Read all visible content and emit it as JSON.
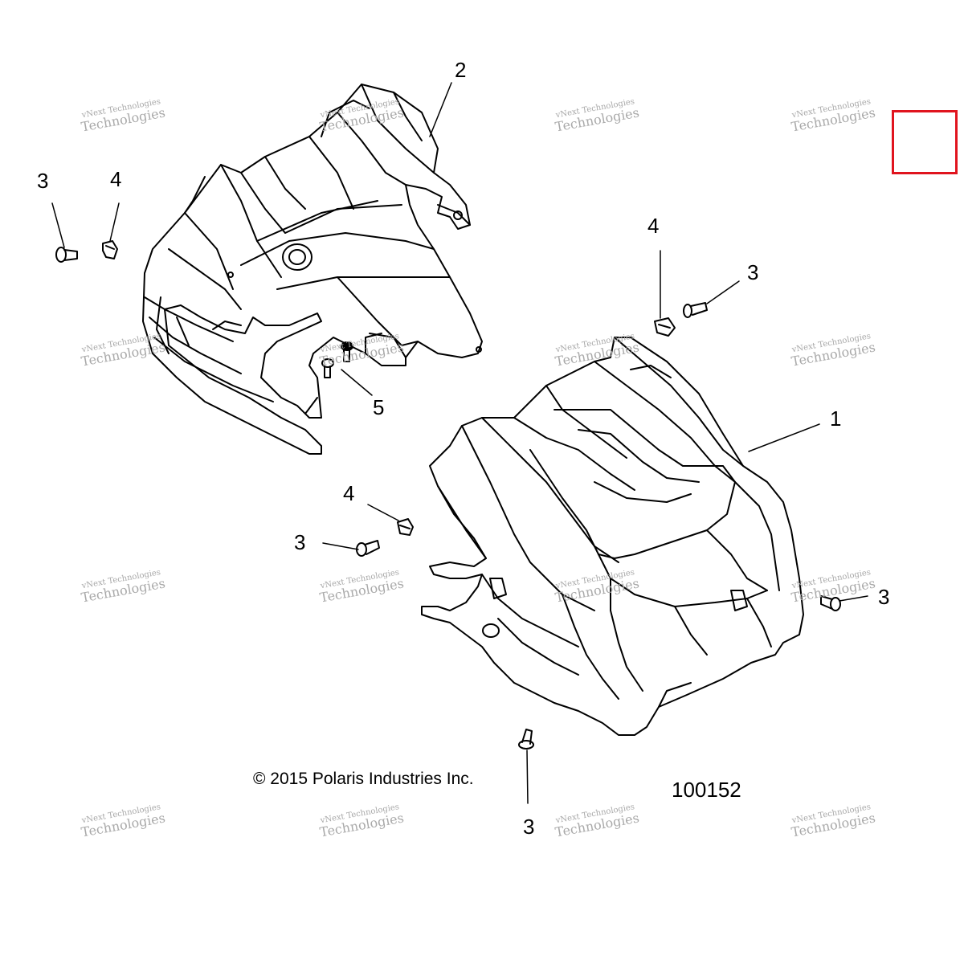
{
  "diagram": {
    "copyright": "© 2015 Polaris Industries Inc.",
    "diagram_number": "100152",
    "highlight_color": "#e0141e",
    "callouts": {
      "c1": "1",
      "c2": "2",
      "c3_top_left": "3",
      "c4_top_left": "4",
      "c4_right": "4",
      "c3_right_top": "3",
      "c5": "5",
      "c4_mid": "4",
      "c3_mid": "3",
      "c3_right_bottom": "3",
      "c3_bottom": "3"
    },
    "parts": [
      {
        "ref": "1",
        "icon": "front-hood-panel-icon"
      },
      {
        "ref": "2",
        "icon": "upper-dash-panel-icon"
      },
      {
        "ref": "3",
        "icon": "push-rivet-icon"
      },
      {
        "ref": "4",
        "icon": "clip-nut-icon"
      },
      {
        "ref": "5",
        "icon": "screw-icon"
      }
    ]
  },
  "watermark": {
    "line1": "vNext Technologies",
    "line2": "Technologies"
  }
}
